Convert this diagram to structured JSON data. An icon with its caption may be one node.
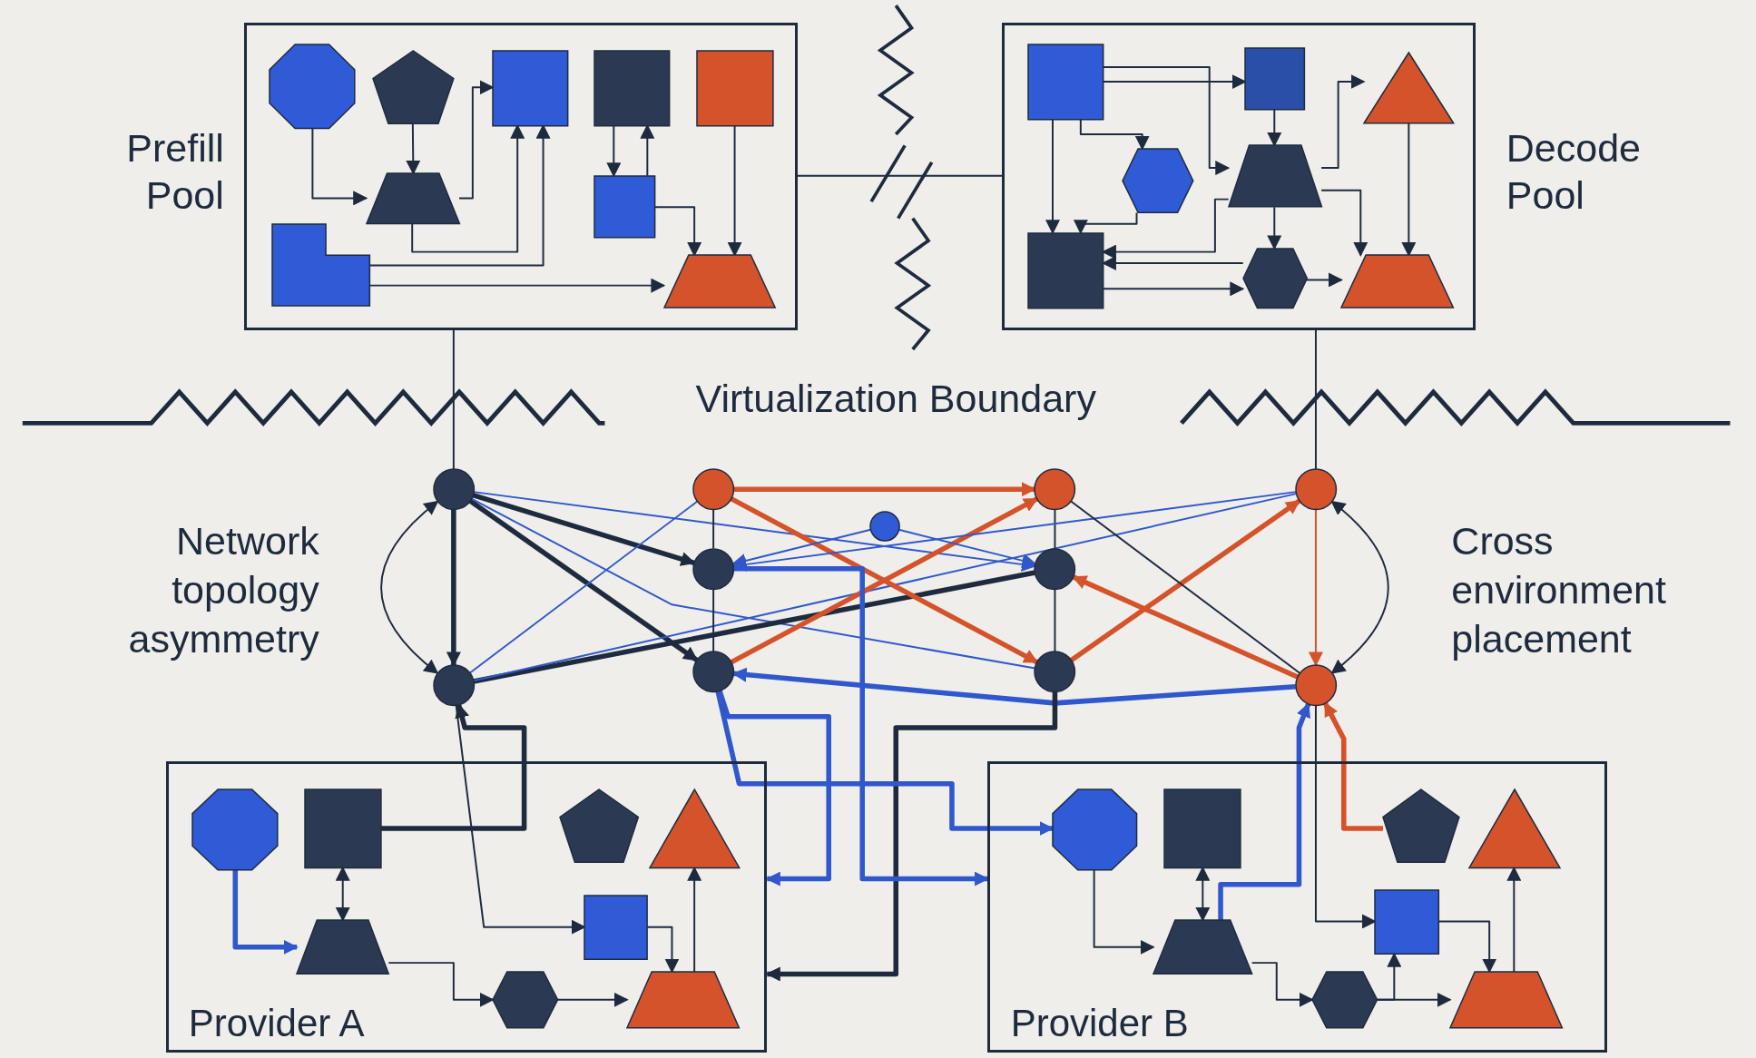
{
  "diagram": {
    "nodes": [
      {
        "text": [],
        "shape": "box",
        "beside": [
          "Prefill Pool"
        ]
      },
      {
        "text": [],
        "shape": "octagon",
        "in": 0
      },
      {
        "text": [],
        "shape": "pentagon",
        "in": 0
      },
      {
        "text": [],
        "shape": "box",
        "in": 0
      },
      {
        "text": [],
        "shape": "box",
        "in": 0
      },
      {
        "text": [],
        "shape": "box",
        "in": 0
      },
      {
        "text": [],
        "shape": "trapezoid",
        "in": 0
      },
      {
        "text": [],
        "shape": "box",
        "in": 0
      },
      {
        "text": [],
        "shape": "box",
        "in": 0
      },
      {
        "text": [],
        "shape": "trapezoid",
        "in": 0
      },
      {
        "text": [],
        "shape": "box",
        "beside": [
          "Decode Pool"
        ]
      },
      {
        "text": [],
        "shape": "box",
        "in": 10
      },
      {
        "text": [],
        "shape": "box",
        "in": 10
      },
      {
        "text": [],
        "shape": "triangle",
        "in": 10
      },
      {
        "text": [],
        "shape": "hexagon",
        "in": 10
      },
      {
        "text": [],
        "shape": "trapezoid",
        "in": 10
      },
      {
        "text": [],
        "shape": "box",
        "in": 10
      },
      {
        "text": [],
        "shape": "hexagon",
        "in": 10
      },
      {
        "text": [],
        "shape": "trapezoid",
        "in": 10
      },
      {
        "text": [],
        "shape": "circle"
      },
      {
        "text": [],
        "shape": "circle"
      },
      {
        "text": [],
        "shape": "circle"
      },
      {
        "text": [],
        "shape": "circle"
      },
      {
        "text": [],
        "shape": "circle"
      },
      {
        "text": [],
        "shape": "circle"
      },
      {
        "text": [],
        "shape": "circle"
      },
      {
        "text": [],
        "shape": "circle"
      },
      {
        "text": [],
        "shape": "circle"
      },
      {
        "text": [],
        "shape": "circle"
      },
      {
        "text": [],
        "shape": "circle"
      },
      {
        "text": [
          "Provider A"
        ]
      },
      {
        "text": [],
        "shape": "octagon",
        "in": 30
      },
      {
        "text": [],
        "shape": "box",
        "in": 30
      },
      {
        "text": [],
        "shape": "pentagon",
        "in": 30
      },
      {
        "text": [],
        "shape": "triangle",
        "in": 30
      },
      {
        "text": [],
        "shape": "trapezoid",
        "in": 30
      },
      {
        "text": [],
        "shape": "box",
        "in": 30
      },
      {
        "text": [],
        "shape": "hexagon",
        "in": 30
      },
      {
        "text": [],
        "shape": "trapezoid",
        "in": 30
      },
      {
        "text": [
          "Provider B"
        ]
      },
      {
        "text": [],
        "shape": "octagon",
        "in": 39
      },
      {
        "text": [],
        "shape": "box",
        "in": 39
      },
      {
        "text": [],
        "shape": "pentagon",
        "in": 39
      },
      {
        "text": [],
        "shape": "triangle",
        "in": 39
      },
      {
        "text": [],
        "shape": "trapezoid",
        "in": 39
      },
      {
        "text": [],
        "shape": "box",
        "in": 39
      },
      {
        "text": [],
        "shape": "hexagon",
        "in": 39
      },
      {
        "text": [],
        "shape": "trapezoid",
        "in": 39
      }
    ],
    "edges": [
      {
        "from": 1,
        "to": 6,
        "arrow": "to"
      },
      {
        "from": 2,
        "to": 6,
        "arrow": "to"
      },
      {
        "from": 6,
        "to": 3,
        "arrow": "to"
      },
      {
        "from": 6,
        "to": 3,
        "arrow": "to"
      },
      {
        "from": 8,
        "to": 3,
        "arrow": "to"
      },
      {
        "from": 4,
        "to": 7,
        "arrow": "to"
      },
      {
        "from": 7,
        "to": 4,
        "arrow": "to"
      },
      {
        "from": 7,
        "to": 9,
        "arrow": "to"
      },
      {
        "from": 5,
        "to": 9,
        "arrow": "to"
      },
      {
        "from": 8,
        "to": 9,
        "arrow": "to"
      },
      {
        "from": 11,
        "to": 12,
        "arrow": "to"
      },
      {
        "from": 11,
        "to": 16,
        "arrow": "to"
      },
      {
        "from": 11,
        "to": 14,
        "arrow": "to"
      },
      {
        "from": 11,
        "to": 15,
        "arrow": "to"
      },
      {
        "from": 12,
        "to": 15,
        "arrow": "to"
      },
      {
        "from": 15,
        "to": 13,
        "arrow": "to"
      },
      {
        "from": 15,
        "to": 17,
        "arrow": "to"
      },
      {
        "from": 15,
        "to": 18,
        "arrow": "to"
      },
      {
        "from": 13,
        "to": 18,
        "arrow": "to"
      },
      {
        "from": 14,
        "to": 16,
        "arrow": "to"
      },
      {
        "from": 15,
        "to": 16,
        "arrow": "to"
      },
      {
        "from": 17,
        "to": 16,
        "arrow": "to"
      },
      {
        "from": 16,
        "to": 17,
        "arrow": "to"
      },
      {
        "from": 17,
        "to": 18,
        "arrow": "to"
      },
      {
        "from": 0,
        "to": 10,
        "arrow": "none"
      },
      {
        "from": 0,
        "to": 19,
        "arrow": "none"
      },
      {
        "from": 10,
        "to": 22,
        "arrow": "none"
      },
      {
        "from": 19,
        "to": 26,
        "arrow": "to",
        "style": "thick"
      },
      {
        "from": 22,
        "to": 29,
        "arrow": "to",
        "color": "#d4532b"
      },
      {
        "from": 20,
        "to": 21,
        "arrow": "to",
        "style": "thick",
        "color": "#d4532b"
      },
      {
        "from": 19,
        "to": 23,
        "arrow": "to",
        "style": "thick"
      },
      {
        "from": 19,
        "to": 27,
        "arrow": "to",
        "style": "thick"
      },
      {
        "from": 19,
        "to": 25,
        "arrow": "to",
        "color": "#3058cc"
      },
      {
        "from": 19,
        "to": 28,
        "arrow": "none",
        "color": "#3058cc"
      },
      {
        "from": 26,
        "to": 20,
        "arrow": "none",
        "color": "#3058cc"
      },
      {
        "from": 26,
        "to": 25,
        "arrow": "none",
        "style": "thick"
      },
      {
        "from": 26,
        "to": 22,
        "arrow": "none",
        "color": "#3058cc"
      },
      {
        "from": 20,
        "to": 28,
        "arrow": "to",
        "style": "thick",
        "color": "#d4532b"
      },
      {
        "from": 27,
        "to": 21,
        "arrow": "to",
        "style": "thick",
        "color": "#d4532b"
      },
      {
        "from": 20,
        "to": 23,
        "arrow": "none"
      },
      {
        "from": 23,
        "to": 27,
        "arrow": "none"
      },
      {
        "from": 21,
        "to": 25,
        "arrow": "none"
      },
      {
        "from": 25,
        "to": 28,
        "arrow": "none"
      },
      {
        "from": 24,
        "to": 23,
        "arrow": "to",
        "color": "#3058cc"
      },
      {
        "from": 24,
        "to": 25,
        "arrow": "to",
        "color": "#3058cc"
      },
      {
        "from": 22,
        "to": 23,
        "arrow": "to",
        "color": "#3058cc"
      },
      {
        "from": 29,
        "to": 27,
        "arrow": "to",
        "style": "thick",
        "color": "#3058cc"
      },
      {
        "from": 29,
        "to": 25,
        "arrow": "to",
        "style": "thick",
        "color": "#d4532b"
      },
      {
        "from": 28,
        "to": 22,
        "arrow": "to",
        "style": "thick",
        "color": "#d4532b"
      },
      {
        "from": 21,
        "to": 29,
        "arrow": "none"
      },
      {
        "from": 19,
        "to": 26,
        "arrow": "both"
      },
      {
        "from": 22,
        "to": 29,
        "arrow": "both"
      },
      {
        "from": 31,
        "to": 35,
        "arrow": "to",
        "style": "thick",
        "color": "#3058cc"
      },
      {
        "from": 32,
        "to": 35,
        "arrow": "both"
      },
      {
        "from": 35,
        "to": 37,
        "arrow": "to"
      },
      {
        "from": 37,
        "to": 38,
        "arrow": "to"
      },
      {
        "from": 36,
        "to": 38,
        "arrow": "to"
      },
      {
        "from": 38,
        "to": 34,
        "arrow": "to"
      },
      {
        "from": 32,
        "to": 26,
        "arrow": "to",
        "style": "thick"
      },
      {
        "from": 26,
        "to": 36,
        "arrow": "to"
      },
      {
        "from": 27,
        "to": 30,
        "arrow": "to",
        "style": "thick",
        "color": "#3058cc"
      },
      {
        "from": 28,
        "to": 30,
        "arrow": "to",
        "style": "thick"
      },
      {
        "from": 27,
        "to": 40,
        "arrow": "to",
        "style": "thick",
        "color": "#3058cc"
      },
      {
        "from": 23,
        "to": 39,
        "arrow": "to",
        "style": "thick",
        "color": "#3058cc"
      },
      {
        "from": 44,
        "to": 29,
        "arrow": "to",
        "style": "thick",
        "color": "#3058cc"
      },
      {
        "from": 42,
        "to": 29,
        "arrow": "to",
        "style": "thick",
        "color": "#d4532b"
      },
      {
        "from": 29,
        "to": 45,
        "arrow": "to"
      },
      {
        "from": 40,
        "to": 44,
        "arrow": "to"
      },
      {
        "from": 41,
        "to": 44,
        "arrow": "both"
      },
      {
        "from": 44,
        "to": 46,
        "arrow": "to"
      },
      {
        "from": 46,
        "to": 47,
        "arrow": "to"
      },
      {
        "from": 46,
        "to": 45,
        "arrow": "to"
      },
      {
        "from": 45,
        "to": 47,
        "arrow": "to"
      },
      {
        "from": 47,
        "to": 43,
        "arrow": "to"
      }
    ],
    "labels": [
      "Virtualization Boundary",
      "Network topology asymmetry",
      "Cross environment placement"
    ]
  }
}
